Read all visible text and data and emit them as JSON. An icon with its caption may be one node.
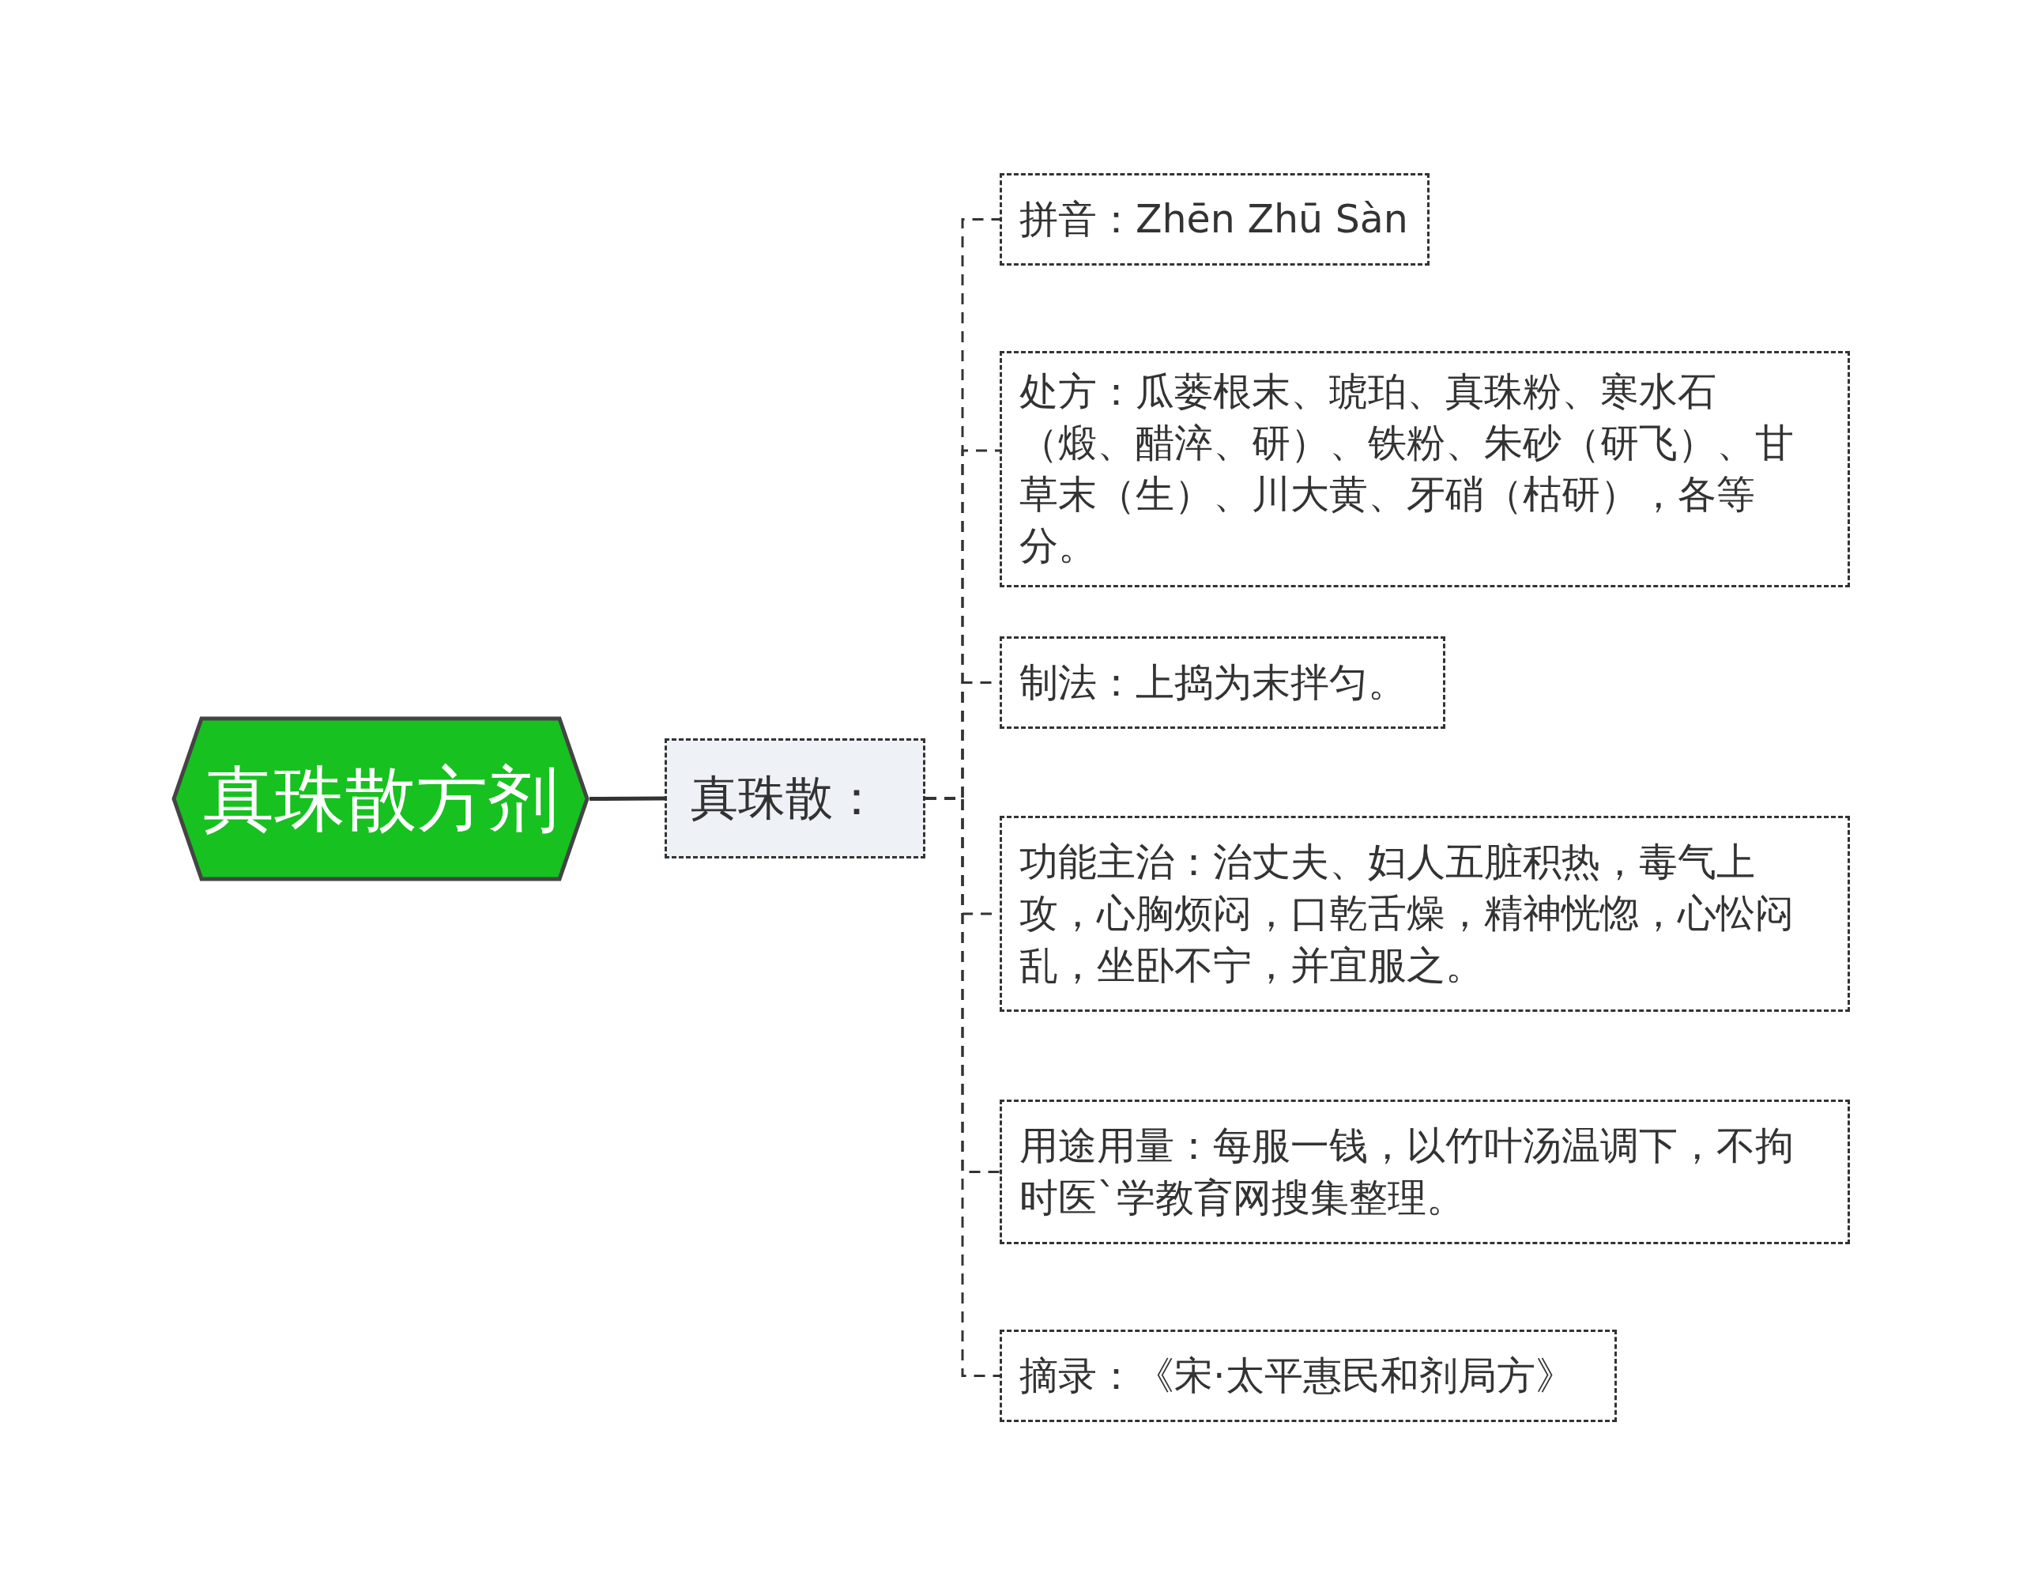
{
  "diagram": {
    "nodes": [
      {
        "text": [
          "真珠散方剂"
        ]
      },
      {
        "text": [
          "真珠散："
        ]
      },
      {
        "text": [
          "拼音：Zhēn Zhū Sàn"
        ]
      },
      {
        "text": [
          "处方：瓜蒌根末、琥珀、真珠粉、寒水石（煅、醋淬、研）、铁粉、朱砂（研飞）、甘草末（生）、川大黄、牙硝（枯研），各等分。"
        ]
      },
      {
        "text": [
          "制法：上捣为末拌匀。"
        ]
      },
      {
        "text": [
          "功能主治：治丈夫、妇人五脏积热，毒气上攻，心胸烦闷，口乾舌燥，精神恍惚，心忪闷乱，坐卧不宁，并宜服之。"
        ]
      },
      {
        "text": [
          "用途用量：每服一钱，以竹叶汤温调下，不拘时医`学教育网搜集整理。"
        ]
      },
      {
        "text": [
          "摘录：《宋·太平惠民和剂局方》"
        ]
      }
    ],
    "edges": [
      {
        "from": 0,
        "to": 1,
        "arrow": "none"
      },
      {
        "from": 1,
        "to": 2,
        "arrow": "none",
        "style": "dashed"
      },
      {
        "from": 1,
        "to": 3,
        "arrow": "none",
        "style": "dashed"
      },
      {
        "from": 1,
        "to": 4,
        "arrow": "none",
        "style": "dashed"
      },
      {
        "from": 1,
        "to": 5,
        "arrow": "none",
        "style": "dashed"
      },
      {
        "from": 1,
        "to": 6,
        "arrow": "none",
        "style": "dashed"
      },
      {
        "from": 1,
        "to": 7,
        "arrow": "none",
        "style": "dashed"
      }
    ]
  }
}
